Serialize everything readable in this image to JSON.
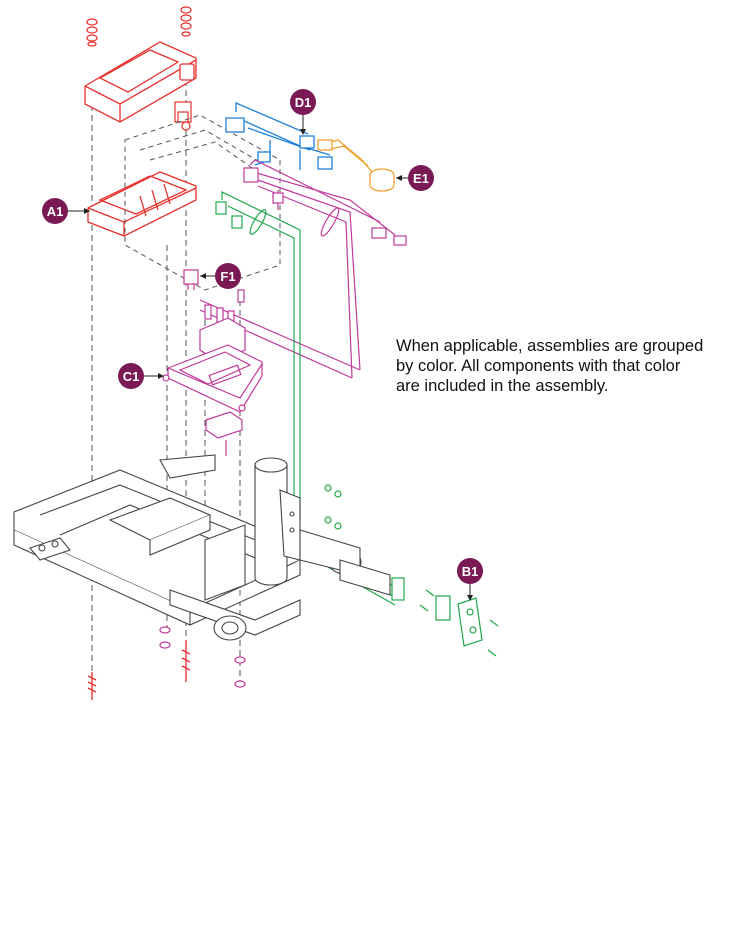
{
  "callouts": {
    "a1": "A1",
    "b1": "B1",
    "c1": "C1",
    "d1": "D1",
    "e1": "E1",
    "f1": "F1"
  },
  "note": {
    "lines": [
      "When applicable, assemblies are grouped",
      "by color. All components with that color",
      "are included in the assembly."
    ]
  },
  "colors": {
    "callout_fill": "#7a1a55",
    "assembly_a1": "#e8302c",
    "assembly_b1": "#1fa84a",
    "assembly_c1": "#c0389a",
    "assembly_d1": "#1f7fd6",
    "assembly_e1": "#f0a030",
    "assembly_f1": "#c0389a",
    "frame_lines": "#444444"
  }
}
